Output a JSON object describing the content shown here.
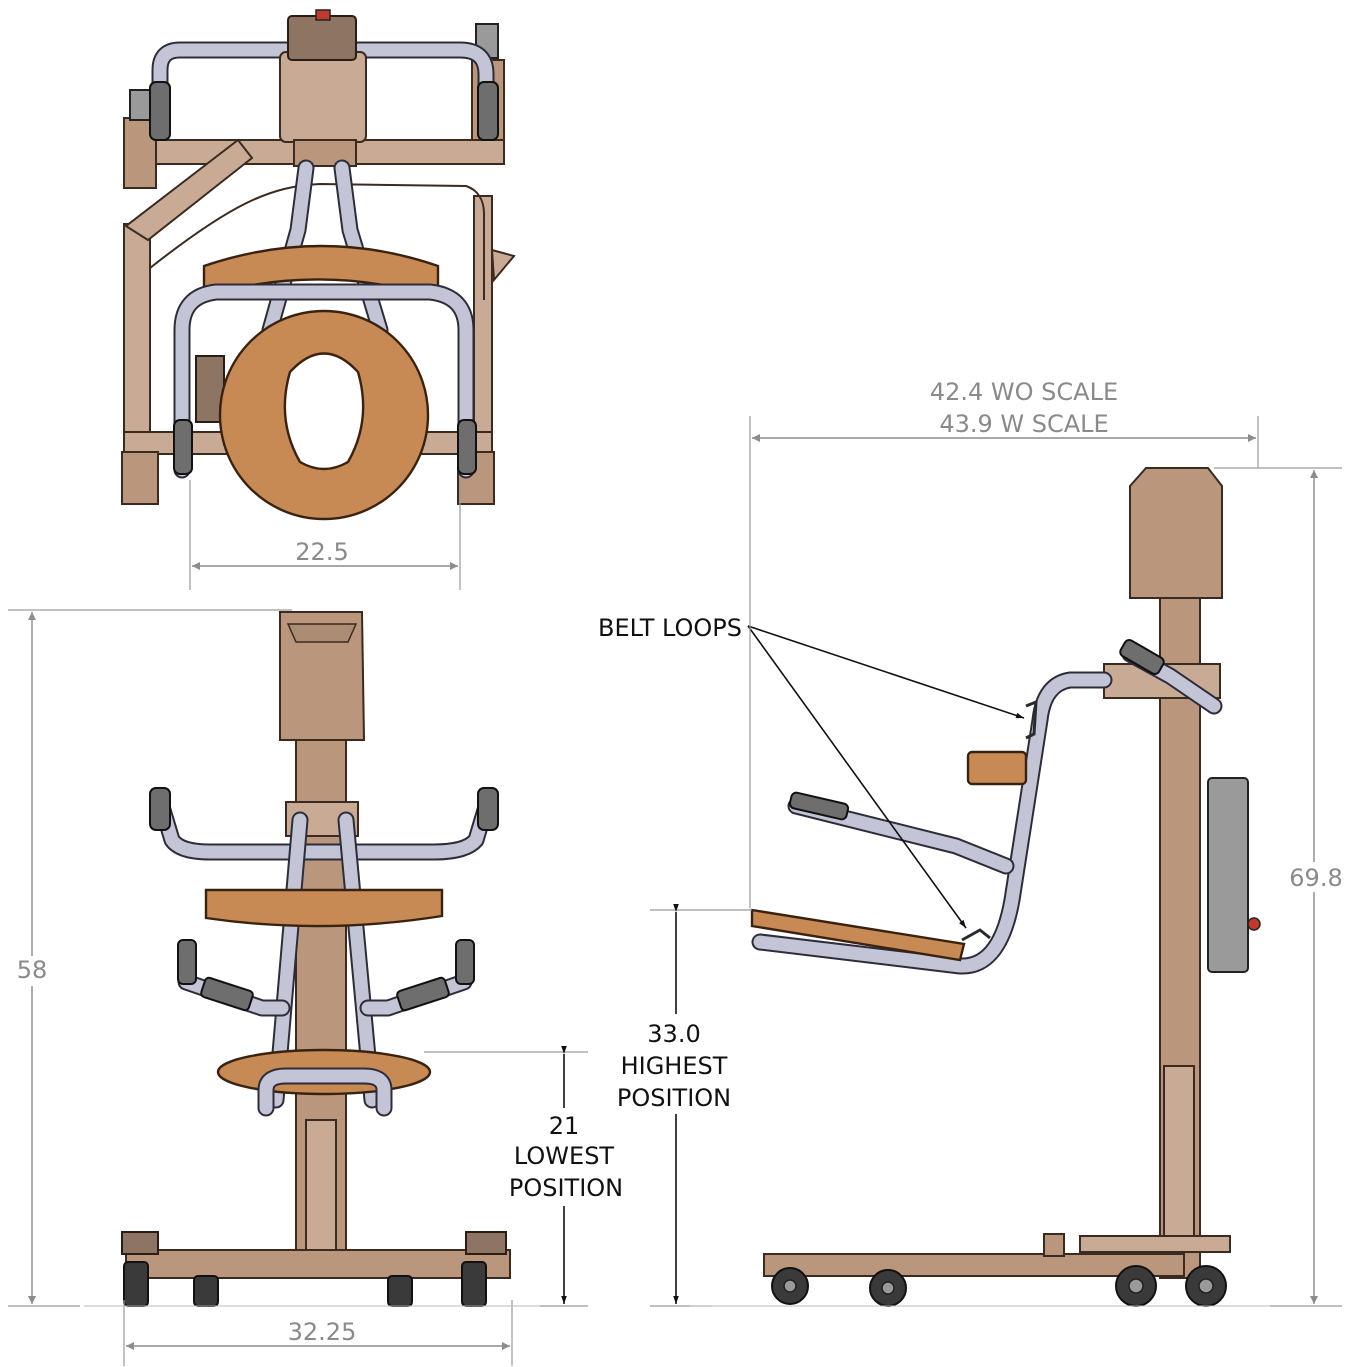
{
  "diagram": {
    "dimensions": {
      "top_width": "22.5",
      "overall_height_front": "58",
      "base_width": "32.25",
      "side_length_line1": "42.4 WO SCALE",
      "side_length_line2": "43.9 W SCALE",
      "side_height": "69.8",
      "seat_highest_value": "33.0",
      "seat_highest_line2": "HIGHEST",
      "seat_highest_line3": "POSITION",
      "seat_lowest_value": "21",
      "seat_lowest_line2": "LOWEST",
      "seat_lowest_line3": "POSITION"
    },
    "callouts": {
      "belt_loops": "BELT LOOPS"
    },
    "colors": {
      "frame": "#c9ab95",
      "pad": "#c88a55",
      "tube": "#c3c4d6",
      "dimension_line": "#8c8c8c"
    }
  }
}
